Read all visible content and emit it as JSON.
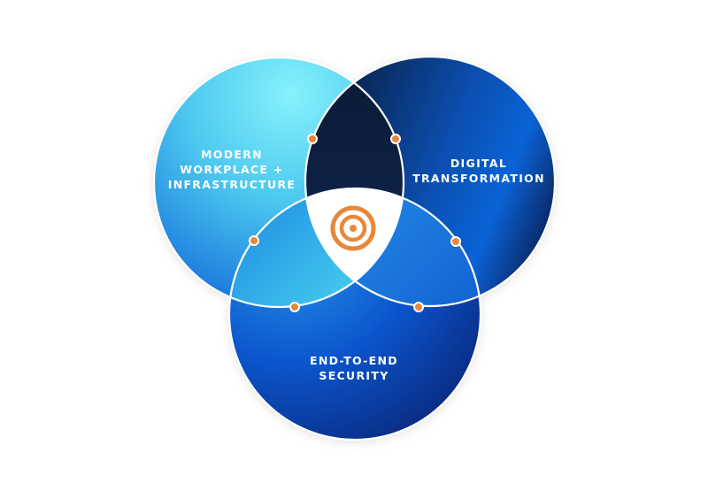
{
  "diagram": {
    "type": "venn",
    "circles": [
      {
        "id": "modern-workplace",
        "lines": [
          "MODERN",
          "WORKPLACE +",
          "INFRASTRUCTURE"
        ],
        "colors": [
          "#80eefa",
          "#1e88e0"
        ]
      },
      {
        "id": "digital-transformation",
        "lines": [
          "DIGITAL",
          "TRANSFORMATION"
        ],
        "colors": [
          "#0c1f45",
          "#0a64d8"
        ]
      },
      {
        "id": "end-to-end-security",
        "lines": [
          "END-TO-END",
          "SECURITY"
        ],
        "colors": [
          "#1f7ee6",
          "#0a2a80"
        ]
      }
    ],
    "center_icon": "target-icon",
    "accent_color": "#e8873a",
    "overlap_colors": {
      "top": "#0d1e3d",
      "left_bottom": "#3cc6ea",
      "right_bottom": "#1a7fe8"
    }
  }
}
